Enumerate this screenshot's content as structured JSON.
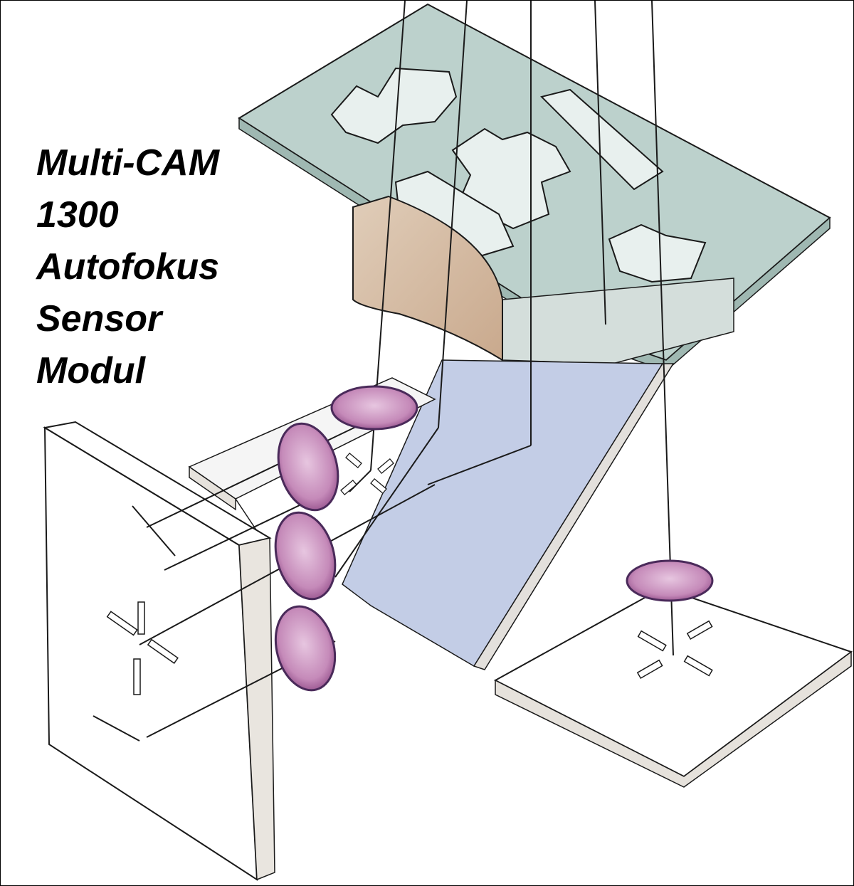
{
  "title": {
    "lines": [
      "Multi-CAM",
      "1300",
      "Autofokus",
      "Sensor",
      "Modul"
    ]
  },
  "colors": {
    "line": "#1a1a1a",
    "glass": "#b9cfca",
    "glass_shadow": "#9fb8b2",
    "mirror": "#c3cde6",
    "lens": "#b76aa8",
    "lens_stroke": "#4a2a5a",
    "condenser": "#d8c2ae",
    "plate_edge": "#e6e2dc"
  }
}
